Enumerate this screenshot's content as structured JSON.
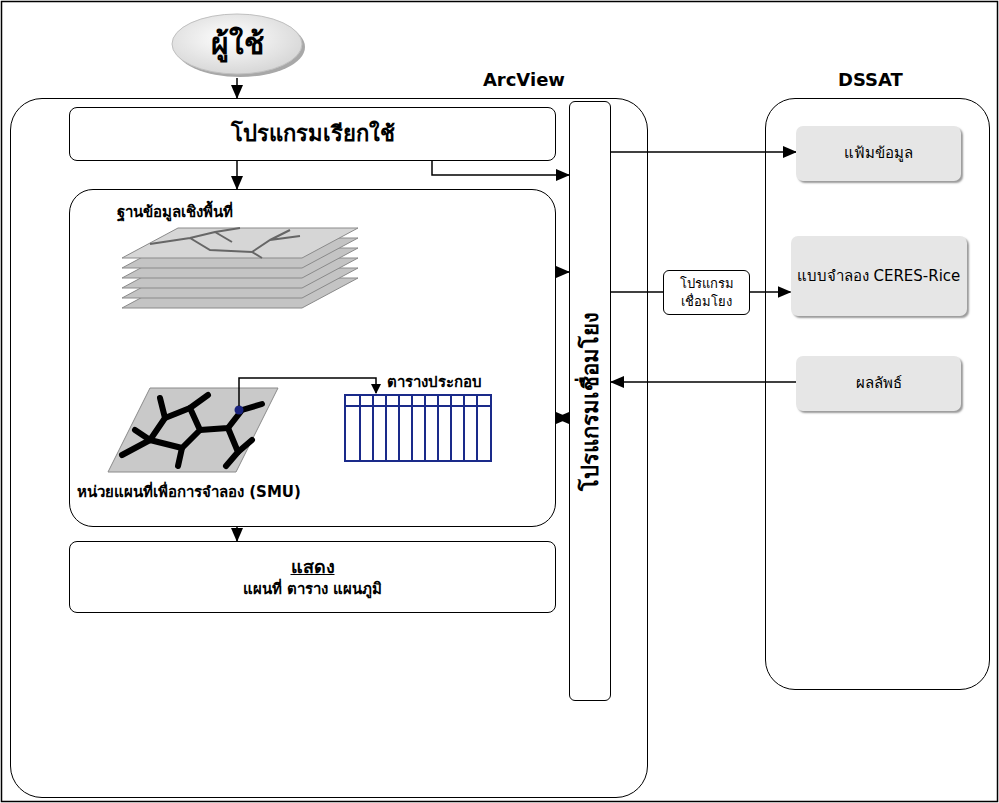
{
  "diagram": {
    "nodes": [
      {
        "text": [
          "ผู้ใช้"
        ]
      },
      {
        "text": [
          "ArcView"
        ]
      },
      {
        "text": [
          "โปรแกรมเรียกใช้"
        ],
        "in": 1
      },
      {
        "text": [
          "ฐานข้อมูลเชิงพื้นที่",
          "ตารางประกอบ",
          "หน่วยแผนที่เพื่อการจำลอง (SMU)"
        ],
        "in": 1
      },
      {
        "text": [
          "แสดง",
          "แผนที่  ตาราง  แผนภูมิ"
        ],
        "in": 1
      },
      {
        "text": [
          "โปรแกรมเชื่อมโยง"
        ],
        "in": 1
      },
      {
        "text": [
          "DSSAT"
        ]
      },
      {
        "text": [
          "แฟ้มข้อมูล"
        ],
        "in": 6
      },
      {
        "text": [
          "แบบจำลอง CERES-Rice"
        ],
        "in": 6
      },
      {
        "text": [
          "ผลลัพธ์"
        ],
        "in": 6
      },
      {
        "text": [
          "โปรแกรม เชื่อมโยง"
        ]
      }
    ],
    "edges": [
      {
        "from": 0,
        "to": 1,
        "arrow": "to"
      },
      {
        "from": 2,
        "to": 3,
        "arrow": "to"
      },
      {
        "from": 2,
        "to": 5,
        "arrow": "to"
      },
      {
        "from": 3,
        "to": 5,
        "arrow": "to"
      },
      {
        "from": 3,
        "to": 5,
        "arrow": "both"
      },
      {
        "from": 3,
        "to": 4,
        "arrow": "to"
      },
      {
        "from": 5,
        "to": 7,
        "arrow": "to"
      },
      {
        "from": 5,
        "to": 10,
        "arrow": "none"
      },
      {
        "from": 10,
        "to": 8,
        "arrow": "to"
      },
      {
        "from": 9,
        "to": 5,
        "arrow": "to"
      }
    ]
  }
}
